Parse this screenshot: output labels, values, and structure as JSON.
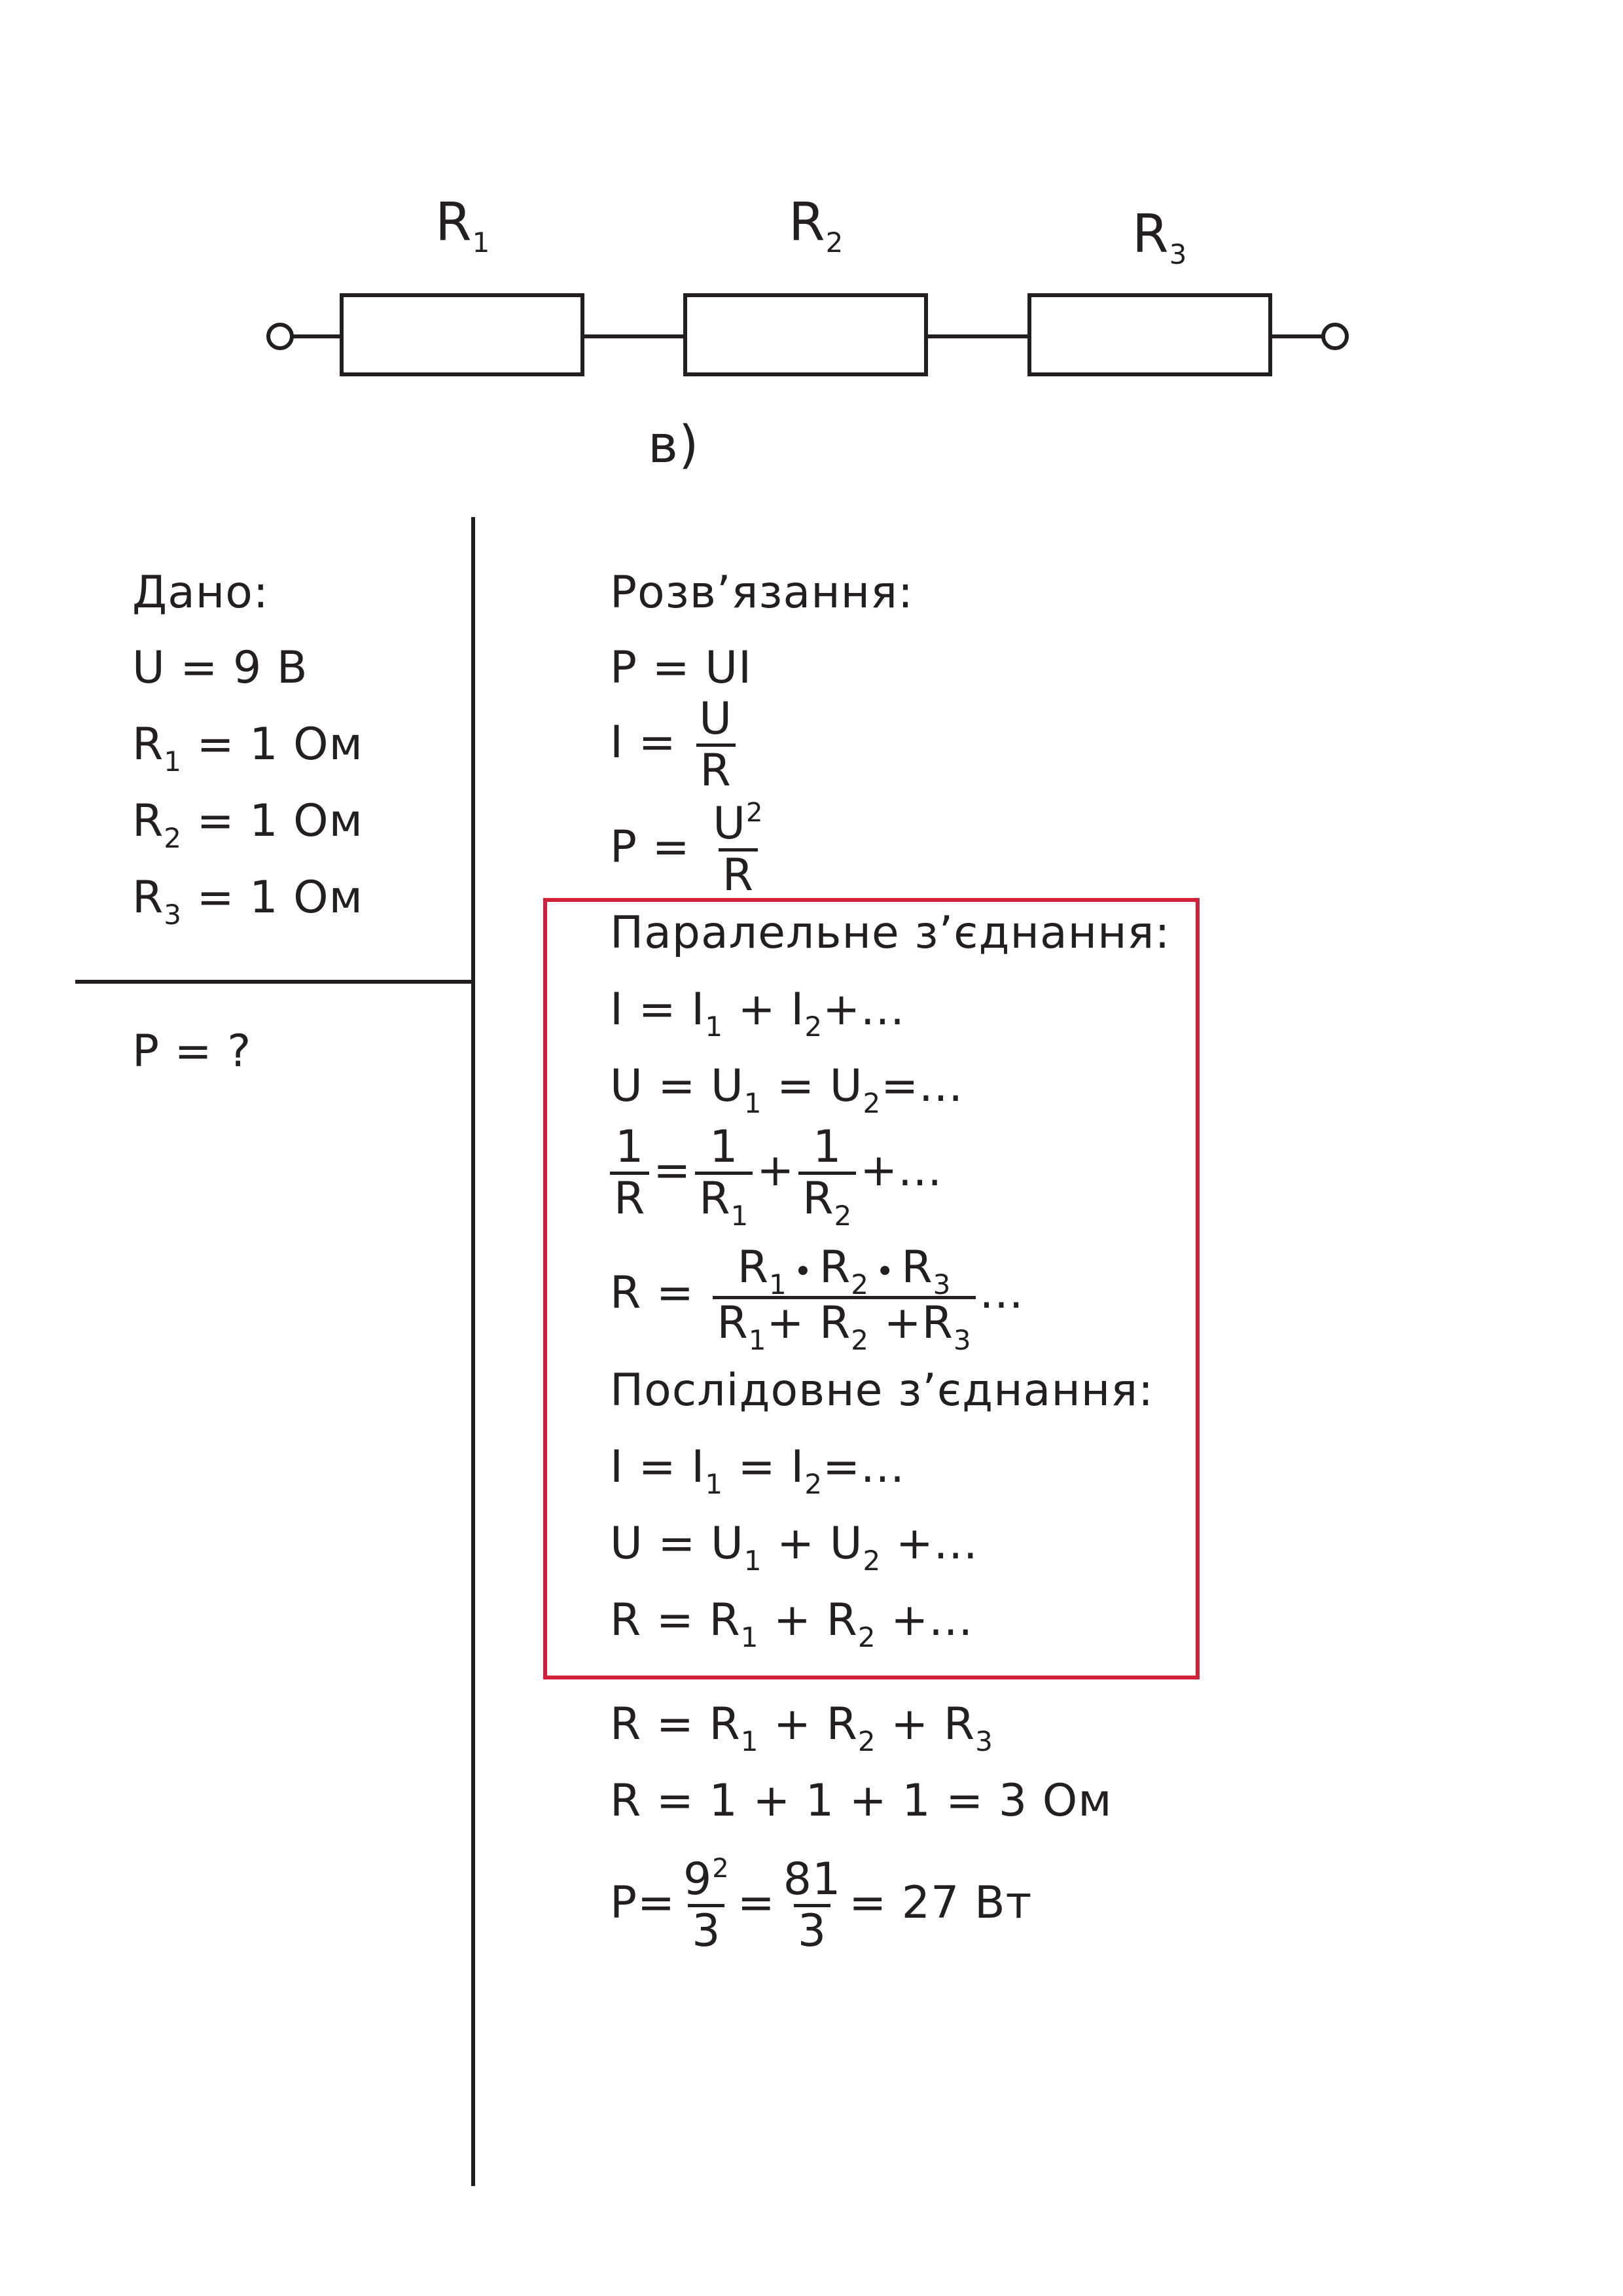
{
  "circuit": {
    "resistors": [
      {
        "name": "R",
        "sub": "1"
      },
      {
        "name": "R",
        "sub": "2"
      },
      {
        "name": "R",
        "sub": "3"
      }
    ],
    "caption": "в)"
  },
  "given": {
    "title": "Дано:",
    "items": [
      {
        "prefix": "U = 9 В",
        "sub": "",
        "suffix": ""
      },
      {
        "prefix": "R",
        "sub": "1",
        "suffix": " = 1 Ом"
      },
      {
        "prefix": "R",
        "sub": "2",
        "suffix": " = 1 Ом"
      },
      {
        "prefix": "R",
        "sub": "3",
        "suffix": " = 1 Ом"
      }
    ],
    "find": "P = ?"
  },
  "solution": {
    "title": "Розв’язання:",
    "p_ui": "P = UI",
    "i_lhs": "I =",
    "i_num": "U",
    "i_den": "R",
    "p_lhs": "P =",
    "p_num": "U",
    "p_num_sup": "2",
    "p_den": "R",
    "parallel_title": "Паралельне з’єднання:",
    "parallel": {
      "i": [
        "I = I",
        "1",
        " + I",
        "2",
        "+..."
      ],
      "u": [
        "U = U",
        "1",
        " = U",
        "2",
        "=..."
      ],
      "r_lhs_num": "1",
      "r_lhs_den": "R",
      "r_t1_num": "1",
      "r_t1_den": "R",
      "r_t1_sub": "1",
      "r_t2_num": "1",
      "r_t2_den": "R",
      "r_t2_sub": "2",
      "r_tail": "+...",
      "r3_lhs": "R =",
      "r3_tail": "..."
    },
    "series_title": "Послідовне з’єднання:",
    "series": {
      "i": [
        "I = I",
        "1",
        " = I",
        "2",
        "=..."
      ],
      "u": [
        "U = U",
        "1",
        " + U",
        "2",
        " +..."
      ],
      "r": [
        "R = R",
        "1",
        " + R",
        "2",
        " +..."
      ]
    },
    "calc_r": [
      "R = R",
      "1",
      " + R",
      "2",
      " + R",
      "3"
    ],
    "calc_r_num": "R = 1 + 1 + 1 = 3 Ом",
    "p_final": {
      "lhs": "P=",
      "f1_num": "9",
      "f1_sup": "2",
      "f1_den": "3",
      "f2_num": "81",
      "f2_den": "3",
      "rhs": "= 27 Вт"
    }
  },
  "colors": {
    "ink": "#231f20",
    "highlight_box": "#d2203a"
  }
}
